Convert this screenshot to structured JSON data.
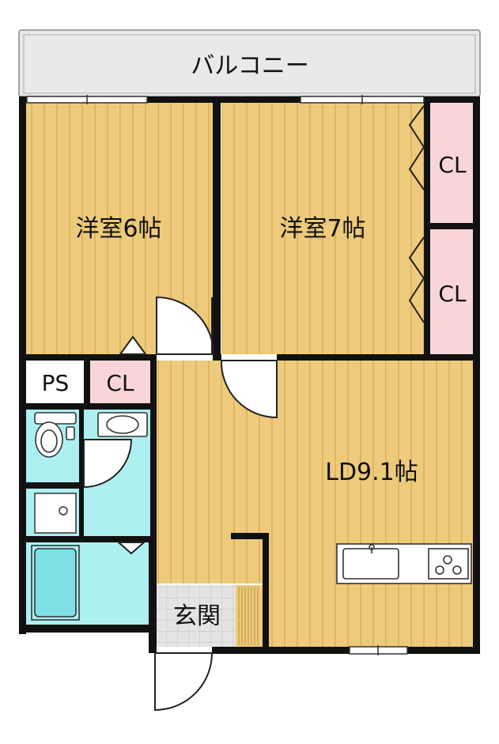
{
  "floorplan": {
    "balcony": "バルコニー",
    "rooms": {
      "western6": "洋室6帖",
      "western7": "洋室7帖",
      "ld": "LD9.1帖",
      "entrance": "玄関"
    },
    "closets": {
      "cl_top": "CL",
      "cl_mid": "CL",
      "cl_small": "CL"
    },
    "ps": "PS"
  },
  "colors": {
    "floor_wood": "#eecb7c",
    "floor_line": "#d9ad55",
    "wet_area": "#aef0f2",
    "closet": "#f8d6d8",
    "balcony": "#e9e9e9",
    "entrance_tile": "#dcdcdc",
    "wall": "#111111"
  }
}
